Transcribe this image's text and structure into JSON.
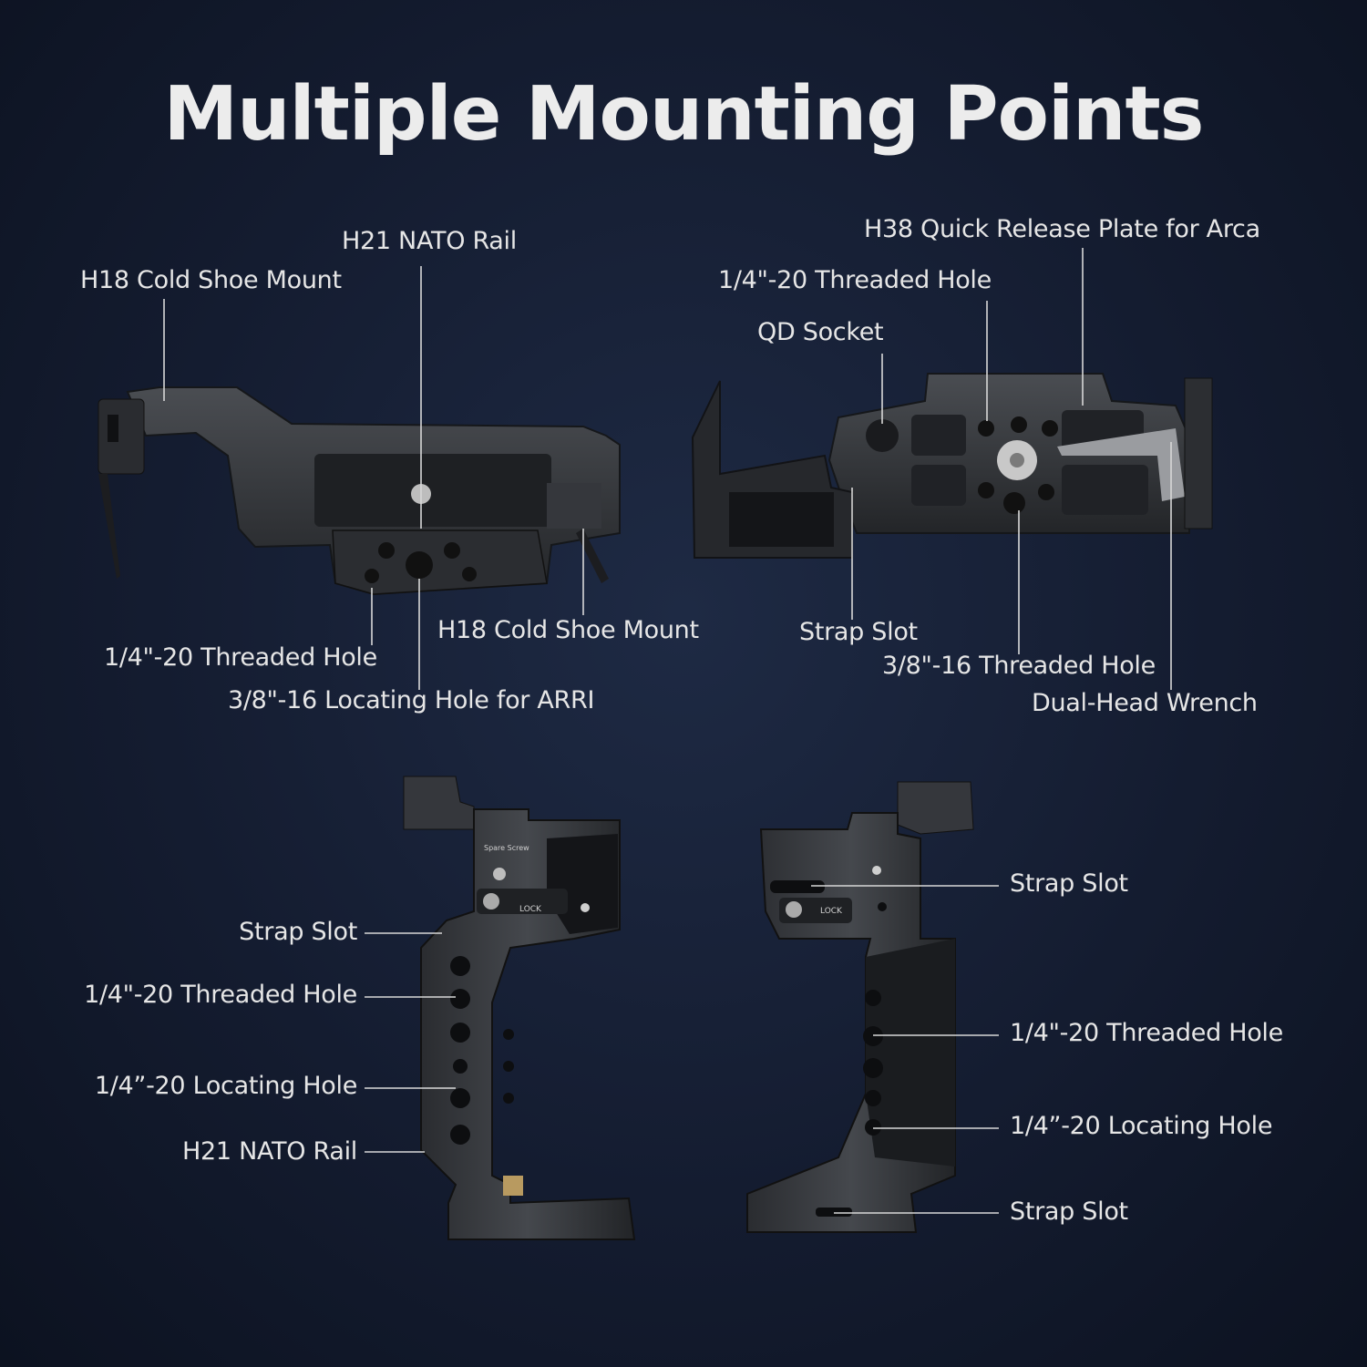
{
  "title": "Multiple Mounting Points",
  "views": {
    "top": {
      "cold_shoe_left": "H18 Cold Shoe Mount",
      "nato_rail": "H21 NATO Rail",
      "threaded_hole": "1/4\"-20 Threaded Hole",
      "cold_shoe_right": "H18 Cold Shoe Mount",
      "arri_hole": "3/8\"-16 Locating Hole for ARRI"
    },
    "bottom": {
      "arca_plate": "H38 Quick Release Plate for Arca",
      "threaded_hole": "1/4\"-20 Threaded Hole",
      "qd_socket": "QD Socket",
      "strap_slot": "Strap Slot",
      "threaded_hole_38": "3/8\"-16 Threaded Hole",
      "wrench": "Dual-Head Wrench"
    },
    "left_side": {
      "strap_slot": "Strap Slot",
      "threaded_hole": "1/4\"-20 Threaded Hole",
      "locating_hole": "1/4”-20 Locating Hole",
      "nato_rail": "H21 NATO Rail",
      "spare_screw": "Spare Screw",
      "lock": "LOCK"
    },
    "right_side": {
      "strap_slot_top": "Strap Slot",
      "threaded_hole": "1/4\"-20 Threaded Hole",
      "locating_hole": "1/4”-20 Locating Hole",
      "strap_slot_bottom": "Strap Slot",
      "lock": "LOCK"
    }
  }
}
